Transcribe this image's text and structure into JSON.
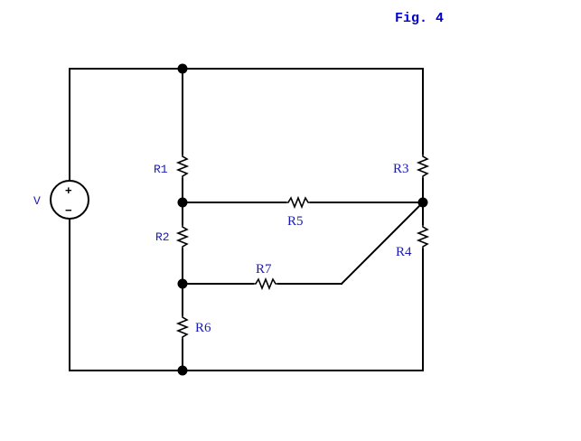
{
  "figure": {
    "title": "Fig. 4",
    "title_color": "#0000cc",
    "label_color": "#1a1ab8",
    "wire_color": "#000000",
    "background": "#ffffff"
  },
  "source": {
    "label": "V",
    "plus": "+",
    "minus": "−"
  },
  "components": {
    "R1": "R1",
    "R2": "R2",
    "R3": "R3",
    "R4": "R4",
    "R5": "R5",
    "R6": "R6",
    "R7": "R7"
  }
}
